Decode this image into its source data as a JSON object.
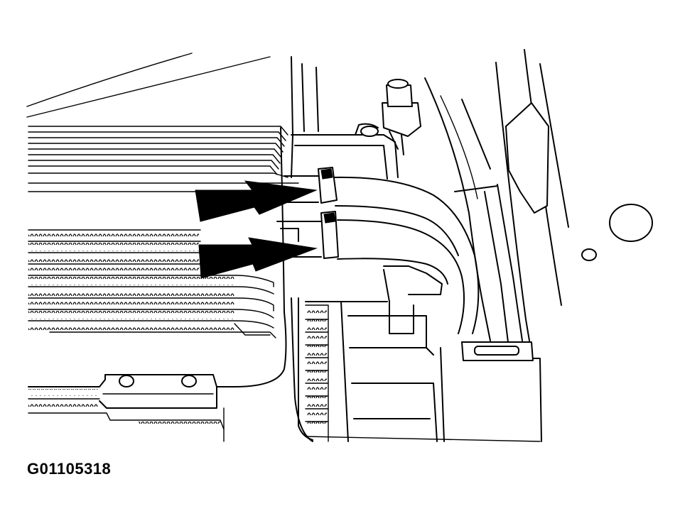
{
  "figure": {
    "caption": "G01105318",
    "colors": {
      "line": "#000000",
      "background": "#ffffff"
    },
    "arrows": [
      {
        "name": "upper-hose-clamp-arrow"
      },
      {
        "name": "lower-hose-clamp-arrow"
      }
    ]
  }
}
